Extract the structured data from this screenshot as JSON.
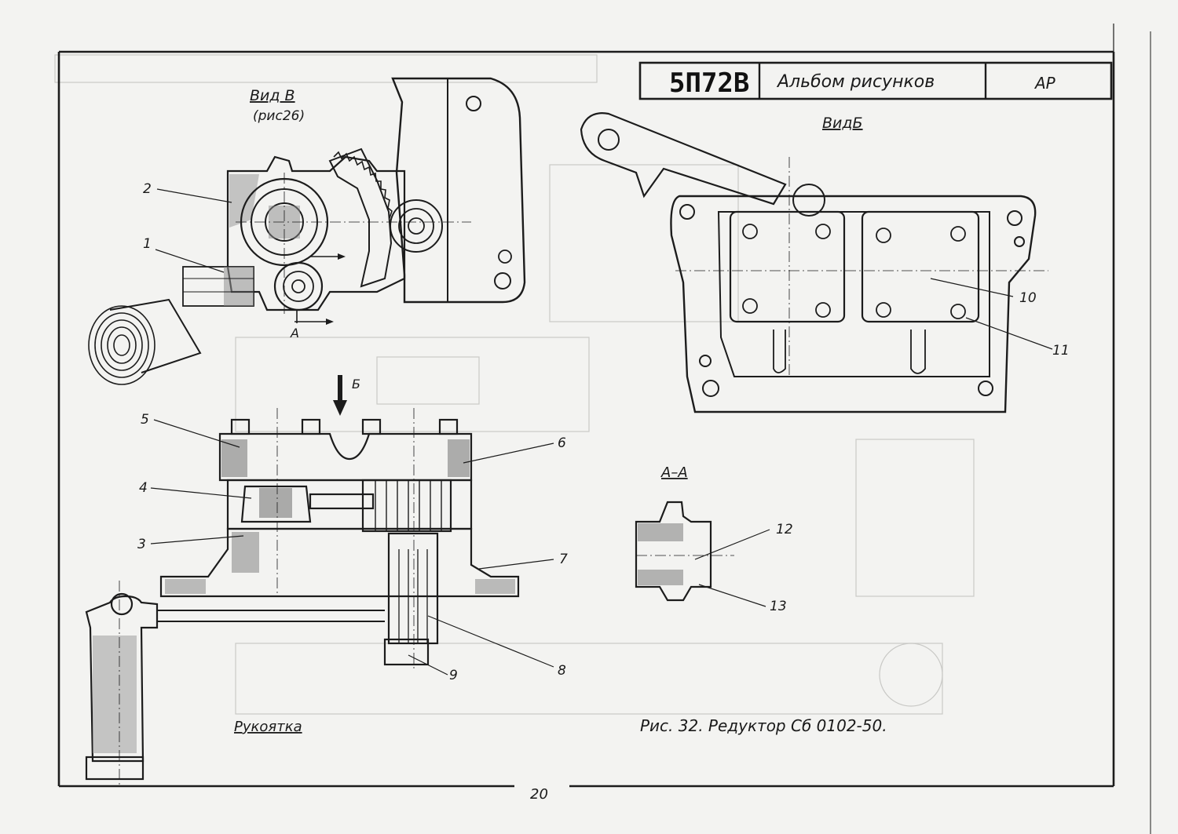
{
  "title_block": {
    "model": "5П72В",
    "album": "Альбом рисунков",
    "code": "АР"
  },
  "views": {
    "view_v": "Вид В",
    "view_v_ref": "(рис26)",
    "view_b": "ВидБ",
    "section_aa": "А–А",
    "arrow_a": "А",
    "arrow_b": "Б"
  },
  "callouts": [
    "1",
    "2",
    "3",
    "4",
    "5",
    "6",
    "7",
    "8",
    "9",
    "10",
    "11",
    "12",
    "13"
  ],
  "handle_label": "Рукоятка",
  "caption": "Рис. 32. Редуктор  Сб 0102-50.",
  "page_number": "20"
}
